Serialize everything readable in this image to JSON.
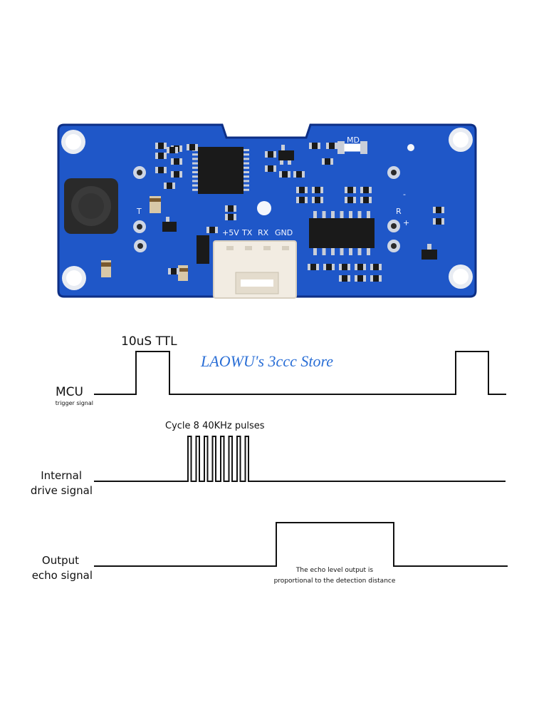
{
  "board": {
    "silkscreen": {
      "md": "MD",
      "t": "T",
      "r": "R",
      "plus5v": "+5V",
      "tx": "TX",
      "rx": "RX",
      "gnd": "GND",
      "minus": "-",
      "plus": "+"
    },
    "colors": {
      "pcb": "#1f57c8",
      "pcb_edge": "#0d2f86",
      "chip": "#1a1a1a",
      "pad": "#cfd6e4",
      "connector": "#f2ece2"
    }
  },
  "watermark": "LAOWU's 3ccc Store",
  "timing": {
    "mcu": {
      "label": "MCU",
      "sublabel": "trigger signal",
      "pulse_label": "10uS TTL"
    },
    "drive": {
      "label_line1": "Internal",
      "label_line2": "drive signal",
      "pulse_label": "Cycle 8 40KHz pulses",
      "pulse_count": 8
    },
    "echo": {
      "label_line1": "Output",
      "label_line2": "echo signal",
      "note_line1": "The echo level output is",
      "note_line2": "proportional to the detection distance"
    },
    "line_color": "#111111"
  }
}
